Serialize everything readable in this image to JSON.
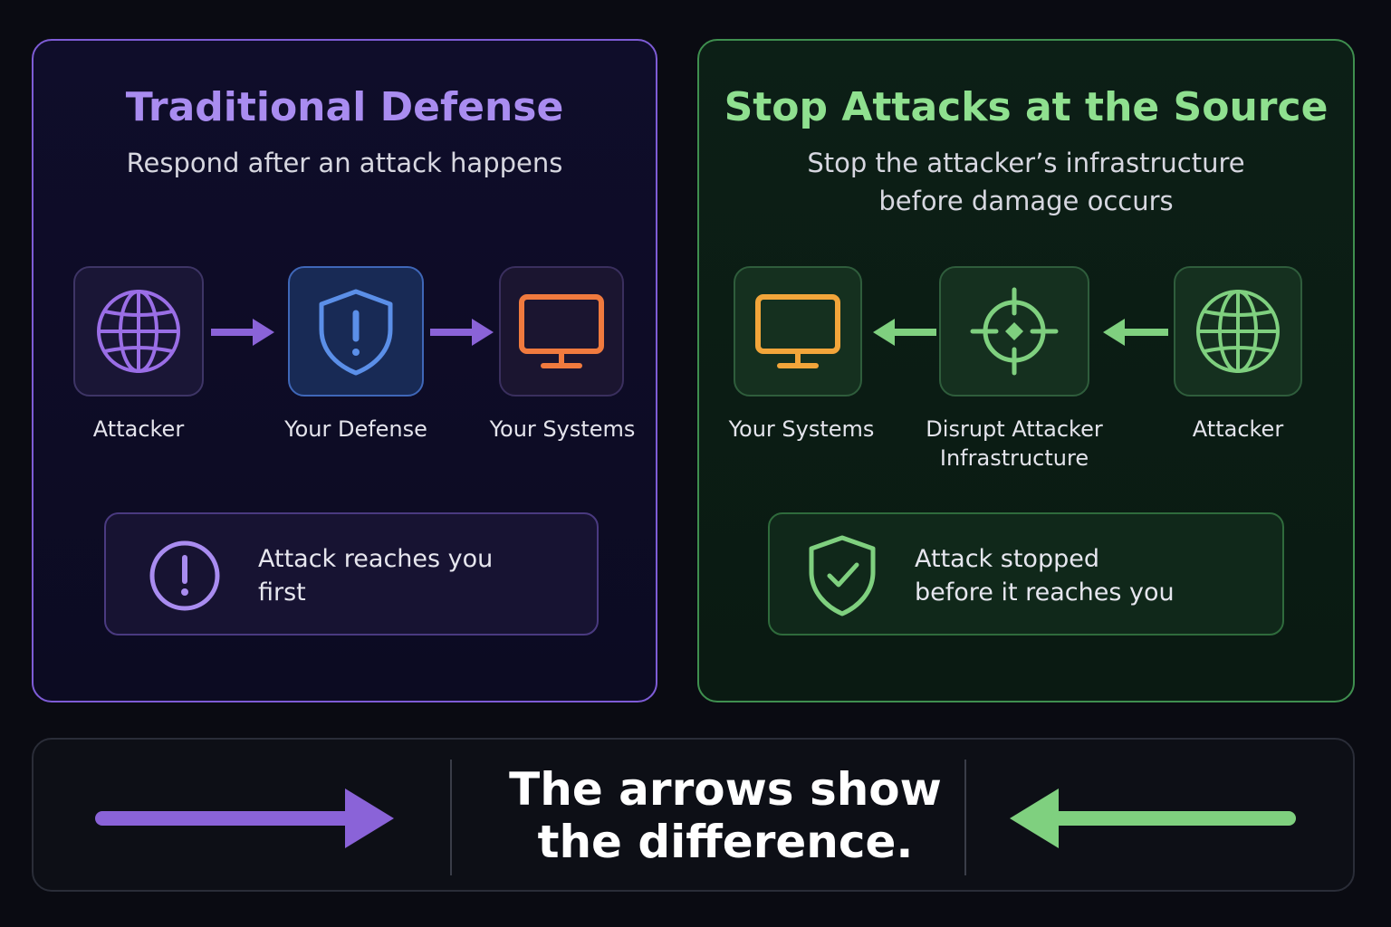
{
  "left_panel": {
    "title": "Traditional Defense",
    "subtitle": "Respond after an attack happens",
    "nodes": [
      {
        "label": "Attacker",
        "icon": "globe-icon"
      },
      {
        "label": "Your Defense",
        "icon": "shield-alert-icon"
      },
      {
        "label": "Your Systems",
        "icon": "monitor-icon"
      }
    ],
    "callout": {
      "icon": "alert-circle-icon",
      "line1": "Attack reaches you",
      "line2": "first"
    }
  },
  "right_panel": {
    "title": "Stop Attacks at the Source",
    "subtitle_line1": "Stop the attacker’s infrastructure",
    "subtitle_line2": "before damage occurs",
    "nodes": [
      {
        "label": "Your Systems",
        "icon": "monitor-icon"
      },
      {
        "label_line1": "Disrupt Attacker",
        "label_line2": "Infrastructure",
        "icon": "crosshair-icon"
      },
      {
        "label": "Attacker",
        "icon": "globe-icon"
      }
    ],
    "callout": {
      "icon": "shield-check-icon",
      "line1": "Attack stopped",
      "line2": "before it reaches you"
    }
  },
  "bottom": {
    "line1": "The arrows show",
    "line2": "the difference."
  },
  "colors": {
    "purple": "#8a63d8",
    "blue": "#5b8fe8",
    "orange": "#f07a3e",
    "green": "#7fd07f",
    "amber": "#f2a53a"
  }
}
